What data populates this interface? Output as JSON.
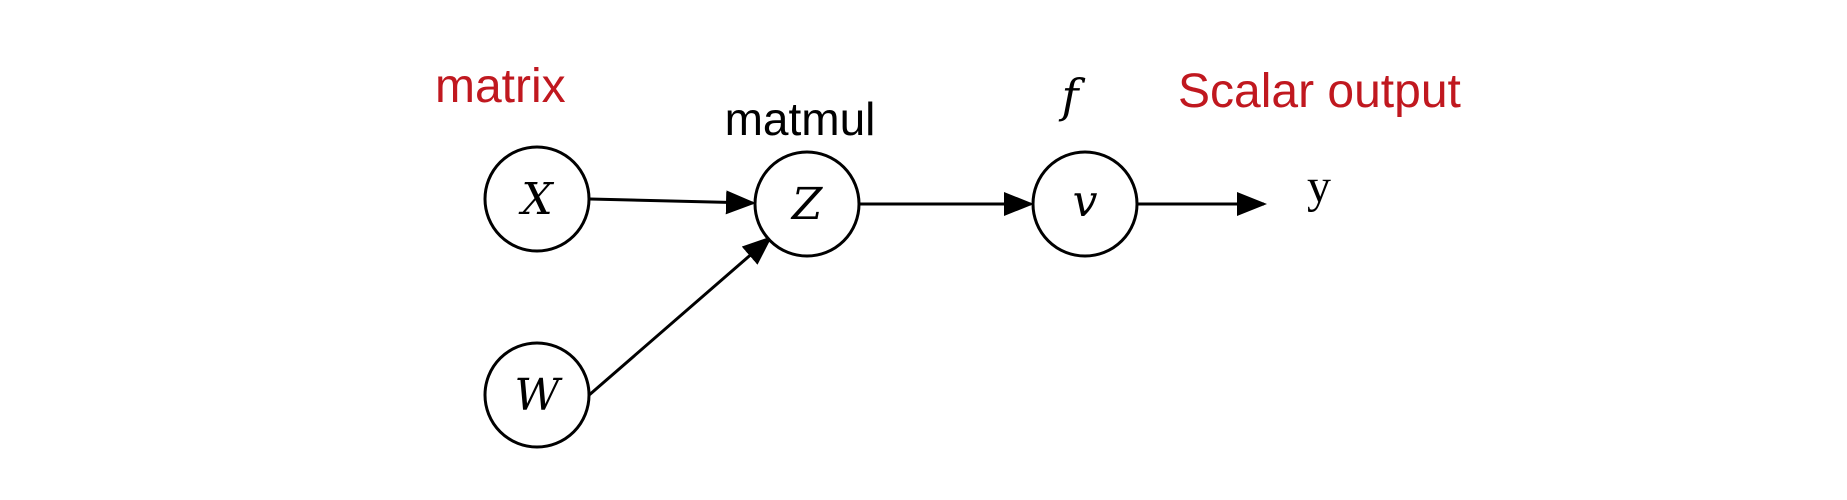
{
  "nodes": {
    "x": "X",
    "w": "W",
    "z": "Z",
    "v": "v"
  },
  "annotations": {
    "matrix": "matrix",
    "matmul": "matmul",
    "f": "f",
    "scalar_output": "Scalar output"
  },
  "output_label": "y",
  "colors": {
    "annotation_red": "#c0181f",
    "stroke": "#000000"
  }
}
